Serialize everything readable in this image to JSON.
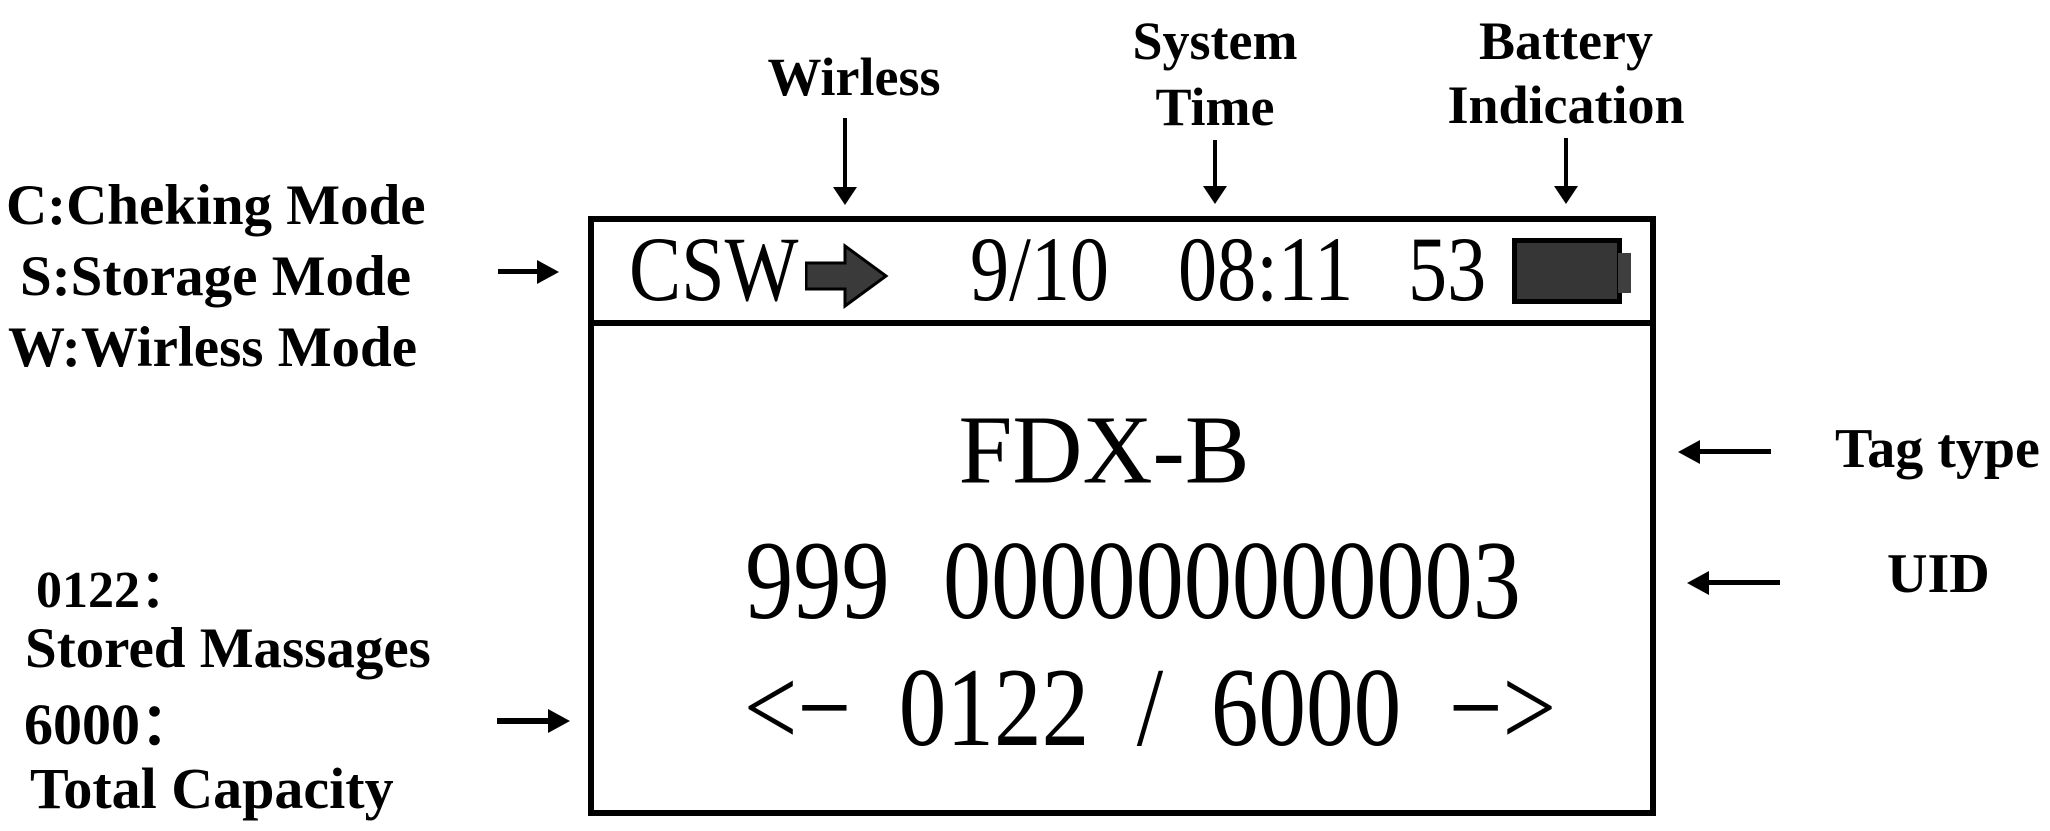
{
  "annotations": {
    "wireless_label": "Wirless",
    "system_time_line1": "System",
    "system_time_line2": "Time",
    "battery_line1": "Battery",
    "battery_line2": "Indication",
    "mode_legend": [
      "C:Cheking Mode",
      "S:Storage Mode",
      "W:Wirless Mode"
    ],
    "stored_value_line": "0122：",
    "stored_caption": "Stored Massages",
    "capacity_value_line": "6000：",
    "capacity_caption": "Total Capacity",
    "tag_type_label": "Tag type",
    "uid_label": "UID"
  },
  "display": {
    "status_bar": {
      "mode_flags": "CSW",
      "wireless_icon": "block-right-arrow",
      "date": "9/10",
      "time": "08:11",
      "battery_percent": "53",
      "battery_icon": "battery-full"
    },
    "tag_type": "FDX-B",
    "uid_country_code": "999",
    "uid_number": "000000000003",
    "counter": {
      "prev_symbol": "<−",
      "stored_messages": "0122",
      "separator": "/",
      "total_capacity": "6000",
      "next_symbol": "−>"
    }
  },
  "colors": {
    "background": "#ffffff",
    "foreground": "#000000",
    "icon_fill": "#3a3a3a"
  }
}
